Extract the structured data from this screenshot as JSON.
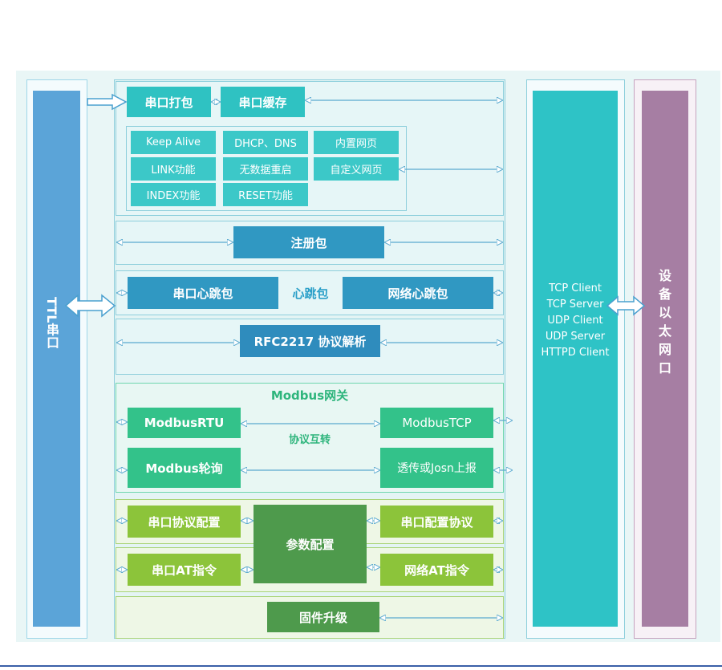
{
  "left_block": {
    "label": "TTL串口"
  },
  "top": {
    "serial_pack": "串口打包",
    "serial_buffer": "串口缓存"
  },
  "features": {
    "keep_alive": "Keep Alive",
    "dhcp_dns": "DHCP、DNS",
    "builtin_web": "内置网页",
    "link": "LINK功能",
    "no_data_restart": "无数据重启",
    "custom_web": "自定义网页",
    "index": "INDEX功能",
    "reset": "RESET功能"
  },
  "register": {
    "label": "注册包"
  },
  "heartbeat": {
    "serial": "串口心跳包",
    "center": "心跳包",
    "network": "网络心跳包"
  },
  "rfc": {
    "label": "RFC2217  协议解析"
  },
  "modbus": {
    "title": "Modbus网关",
    "rtu": "ModbusRTU",
    "tcp": "ModbusTCP",
    "interconvert": "协议互转",
    "poll": "Modbus轮询",
    "json": "透传或Josn上报"
  },
  "config": {
    "serial_protocol": "串口协议配置",
    "params": "参数配置",
    "serial_config_protocol": "串口配置协议",
    "serial_at": "串口AT指令",
    "network_at": "网络AT指令"
  },
  "firmware": {
    "label": "固件升级"
  },
  "network_modes": [
    "TCP Client",
    "TCP Server",
    "UDP Client",
    "UDP Server",
    "HTTPD Client"
  ],
  "right_block": {
    "label": [
      "设",
      "备",
      "以",
      "太",
      "网",
      "口"
    ]
  },
  "colors": {
    "teal": "#2fc2c2",
    "blue": "#3098c2",
    "green": "#33c28a",
    "lime": "#8cc43a",
    "dark_green": "#4e9a4c",
    "ttl_blue": "#5ba4d8",
    "ethernet_purple": "#a67ea3"
  }
}
